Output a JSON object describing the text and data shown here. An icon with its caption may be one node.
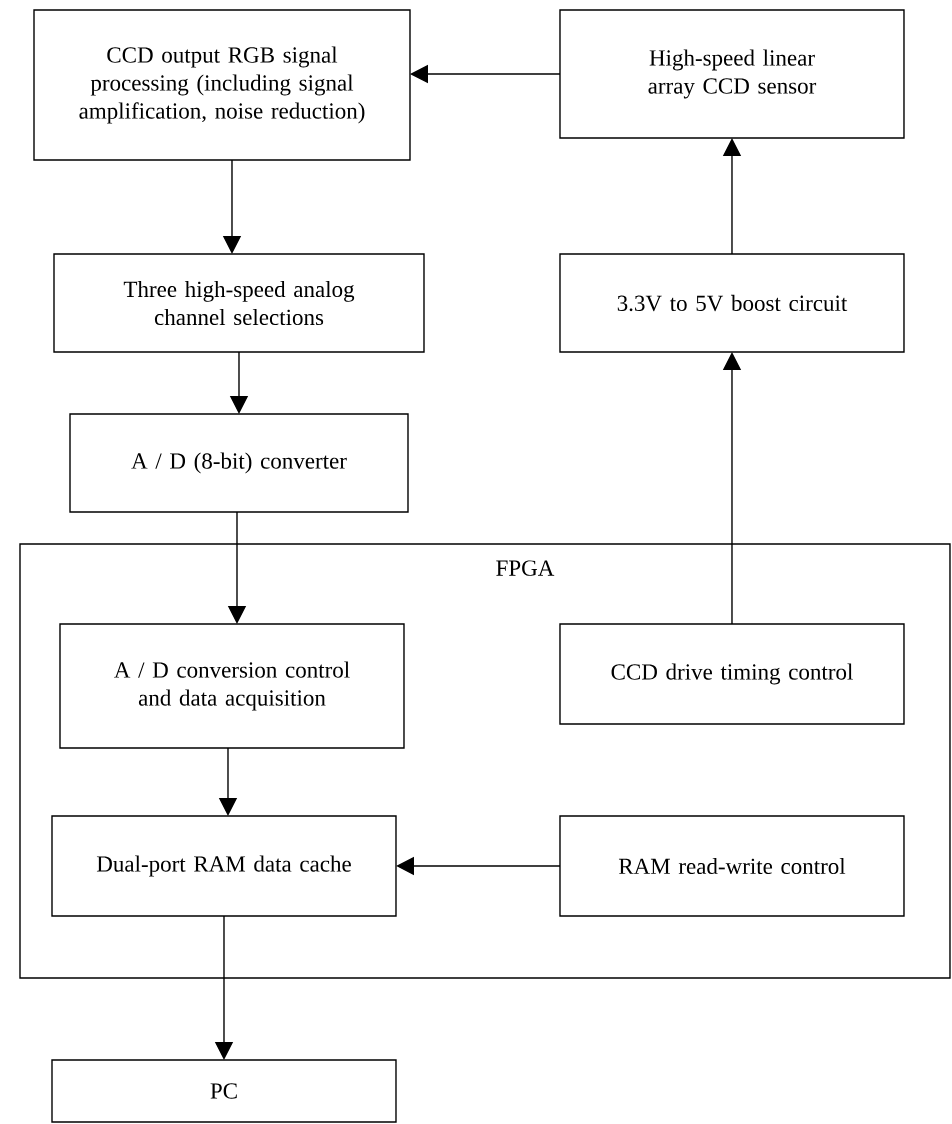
{
  "diagram": {
    "nodes": [
      {
        "text": [
          "CCD output RGB signal processing (including signal amplification, noise reduction)"
        ]
      },
      {
        "text": [
          "High-speed linear array CCD sensor"
        ]
      },
      {
        "text": [
          "Three high-speed analog channel selections"
        ]
      },
      {
        "text": [
          "3.3V to 5V boost circuit"
        ]
      },
      {
        "text": [
          "A / D (8-bit) converter"
        ]
      },
      {
        "text": [
          "FPGA"
        ]
      },
      {
        "text": [
          "A / D conversion control and data acquisition"
        ],
        "in": 5
      },
      {
        "text": [
          "CCD drive timing control"
        ],
        "in": 5
      },
      {
        "text": [
          "Dual-port RAM data cache"
        ],
        "in": 5
      },
      {
        "text": [
          "RAM read-write control"
        ],
        "in": 5
      },
      {
        "text": [
          "PC"
        ]
      }
    ],
    "edges": [
      {
        "from": 1,
        "to": 0,
        "arrow": "to"
      },
      {
        "from": 0,
        "to": 2,
        "arrow": "to"
      },
      {
        "from": 2,
        "to": 4,
        "arrow": "to"
      },
      {
        "from": 4,
        "to": 6,
        "arrow": "to"
      },
      {
        "from": 7,
        "to": 3,
        "arrow": "to"
      },
      {
        "from": 3,
        "to": 1,
        "arrow": "to"
      },
      {
        "from": 6,
        "to": 8,
        "arrow": "to"
      },
      {
        "from": 9,
        "to": 8,
        "arrow": "to"
      },
      {
        "from": 8,
        "to": 10,
        "arrow": "to"
      }
    ]
  }
}
